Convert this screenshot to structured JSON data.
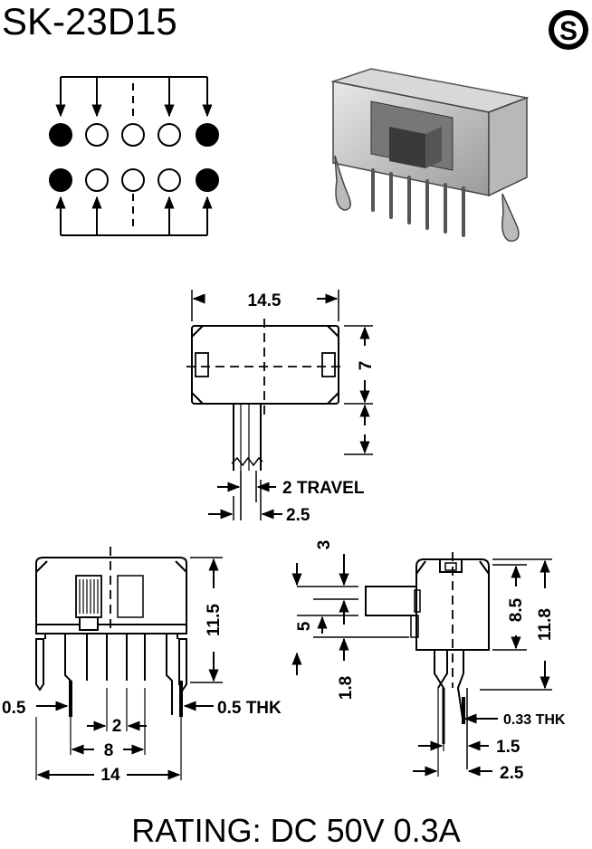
{
  "header": {
    "model": "SK-23D15",
    "logo_letter": "S"
  },
  "pin_diagram": {
    "top_row": [
      "filled",
      "open",
      "open",
      "open",
      "filled"
    ],
    "bottom_row": [
      "filled",
      "open",
      "open",
      "open",
      "filled"
    ]
  },
  "top_view": {
    "width": "14.5",
    "height": "7",
    "travel": "2 TRAVEL",
    "knob_width": "2.5"
  },
  "front_view": {
    "height": "11.5",
    "pin_width": "0.5",
    "pin_thk": "0.5 THK",
    "pitch": "2",
    "span_inner": "8",
    "span_outer": "14"
  },
  "side_view": {
    "knob_height": "3",
    "knob_offset": "5",
    "base_offset": "1.8",
    "body_height": "8.5",
    "total_height": "11.8",
    "pin_thk": "0.33 THK",
    "pin_spacing": "1.5",
    "pin_span": "2.5"
  },
  "footer": {
    "rating": "RATING: DC 50V 0.3A"
  }
}
